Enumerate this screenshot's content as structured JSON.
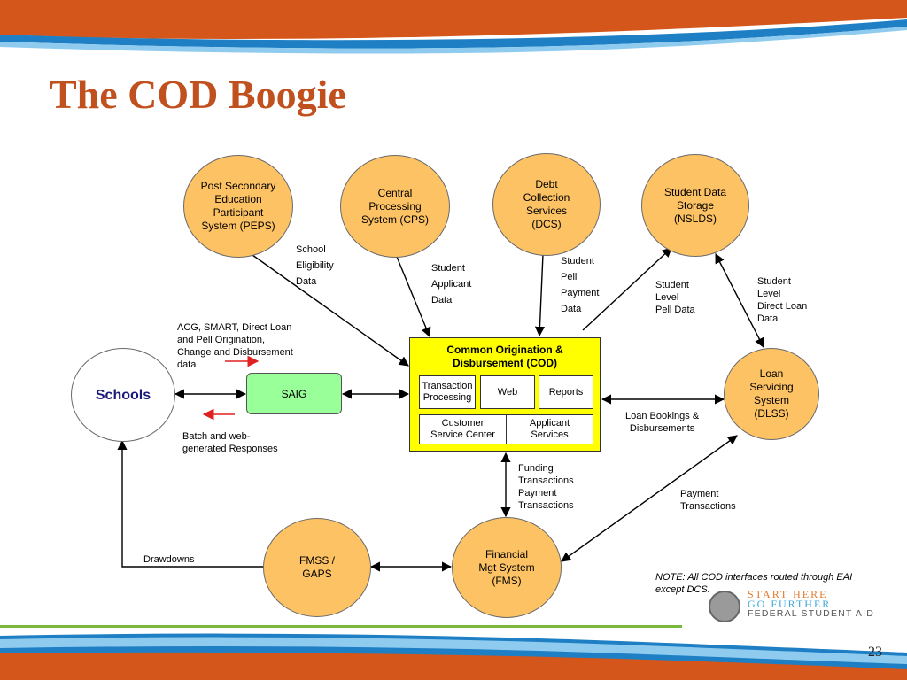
{
  "title": "The COD Boogie",
  "page_number": "23",
  "nodes": {
    "peps": "Post Secondary Education Participant System (PEPS)",
    "cps": "Central Processing System (CPS)",
    "dcs": "Debt Collection Services (DCS)",
    "nslds": "Student Data Storage (NSLDS)",
    "dlss": "Loan Servicing System (DLSS)",
    "schools": "Schools",
    "saig": "SAIG",
    "fmss": "FMSS / GAPS",
    "fms": "Financial Mgt System (FMS)"
  },
  "cod": {
    "title": "Common Origination & Disbursement  (COD)",
    "transaction": "Transaction Processing",
    "web": "Web",
    "reports": "Reports",
    "customer": "Customer Service Center",
    "applicant": "Applicant Services"
  },
  "labels": {
    "school_eligibility": [
      "School",
      "Eligibility",
      "Data"
    ],
    "student_applicant": [
      "Student",
      "Applicant",
      "Data"
    ],
    "student_pell_payment": [
      "Student",
      "Pell",
      "Payment",
      "Data"
    ],
    "student_level_pell": [
      "Student",
      "Level",
      "Pell Data"
    ],
    "student_level_direct": [
      "Student",
      "Level",
      "Direct Loan",
      "Data"
    ],
    "acg_smart": [
      "ACG, SMART, Direct Loan",
      "and Pell Origination,",
      "Change and Disbursement",
      "data"
    ],
    "batch": [
      "Batch and web-",
      "generated Responses"
    ],
    "loan_bookings": [
      "Loan Bookings &",
      "Disbursements"
    ],
    "funding": [
      "Funding",
      "Transactions",
      "Payment",
      "Transactions"
    ],
    "payment_transactions": [
      "Payment",
      "Transactions"
    ],
    "drawdowns": "Drawdowns"
  },
  "note": "NOTE: All COD interfaces routed through EAI except DCS.",
  "logo": {
    "line1": "START HERE",
    "line2": "GO FURTHER",
    "line3": "FEDERAL STUDENT AID"
  },
  "colors": {
    "title": "#c0501e",
    "circle_fill": "#fdc263",
    "cod_fill": "#ffff00",
    "saig_fill": "#99ff99",
    "banner_orange": "#d4561a",
    "banner_blue": "#1e7fc4"
  }
}
